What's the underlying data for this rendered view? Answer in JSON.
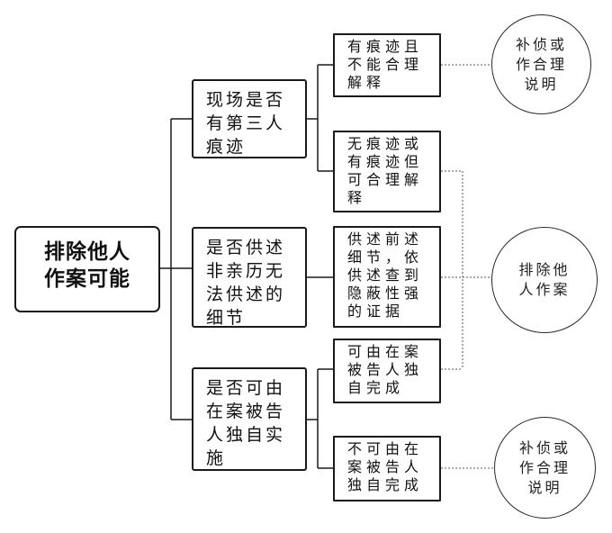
{
  "root": {
    "label": "排除他人\n作案可能"
  },
  "questions": [
    {
      "label": "现场是否\n有第三人\n痕迹"
    },
    {
      "label": "是否供述\n非亲历无\n法供述的\n细节"
    },
    {
      "label": "是否可由\n在案被告\n人独自实\n施"
    }
  ],
  "findings": [
    {
      "label": "有痕迹且\n不能合理\n解释"
    },
    {
      "label": "无痕迹或\n有痕迹但\n可合理解\n释"
    },
    {
      "label": "供述前述\n细节，依\n供述查到\n隐蔽性强\n的证据"
    },
    {
      "label": "可由在案\n被告人独\n自完成"
    },
    {
      "label": "不可由在\n案被告人\n独自完成"
    }
  ],
  "outcomes": [
    {
      "label": "补侦或\n作合理\n说明"
    },
    {
      "label": "排除他\n人作案"
    },
    {
      "label": "补侦或\n作合理\n说明"
    }
  ],
  "colors": {
    "line": "#1a1a1a",
    "dotted": "#555555"
  }
}
